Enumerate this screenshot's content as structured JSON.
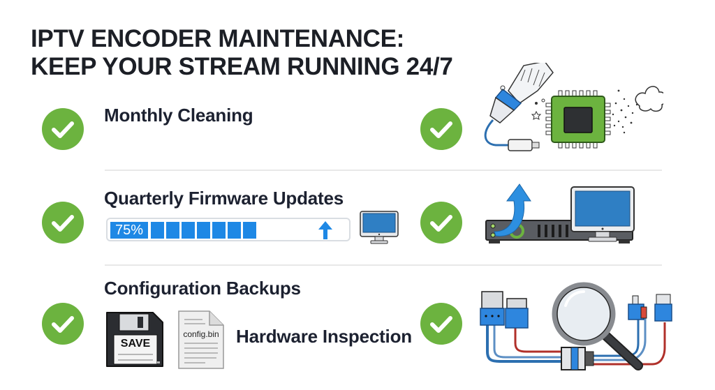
{
  "title": {
    "line1": "IPTV ENCODER MAINTENANCE:",
    "line2": "KEEP YOUR STREAM RUNNING 24/7"
  },
  "colors": {
    "check_green": "#6cb33f",
    "progress_blue": "#1e88e5",
    "text_dark": "#1c2130",
    "separator": "#e8e8e8"
  },
  "tasks": [
    {
      "label": "Monthly Cleaning",
      "status": "done",
      "icon": "check-icon",
      "illustration": "dust-brush-chip-icon"
    },
    {
      "label": "Quarterly Firmware Updates",
      "status": "done",
      "icon": "check-icon",
      "illustration": "encoder-update-monitor-icon"
    },
    {
      "label": "Configuration Backups",
      "status": "done",
      "icon": "check-icon",
      "illustration": "floppy-and-config-file-icon"
    },
    {
      "label": "Hardware Inspection",
      "status": "done",
      "icon": "check-icon",
      "illustration": "magnifier-cables-icon"
    }
  ],
  "firmware_progress": {
    "percent_label": "75%",
    "percent_value": 75,
    "filled_segments": 7,
    "icon": "upload-arrow-icon"
  },
  "backup": {
    "floppy_label": "SAVE",
    "file_name": "config.bin"
  }
}
